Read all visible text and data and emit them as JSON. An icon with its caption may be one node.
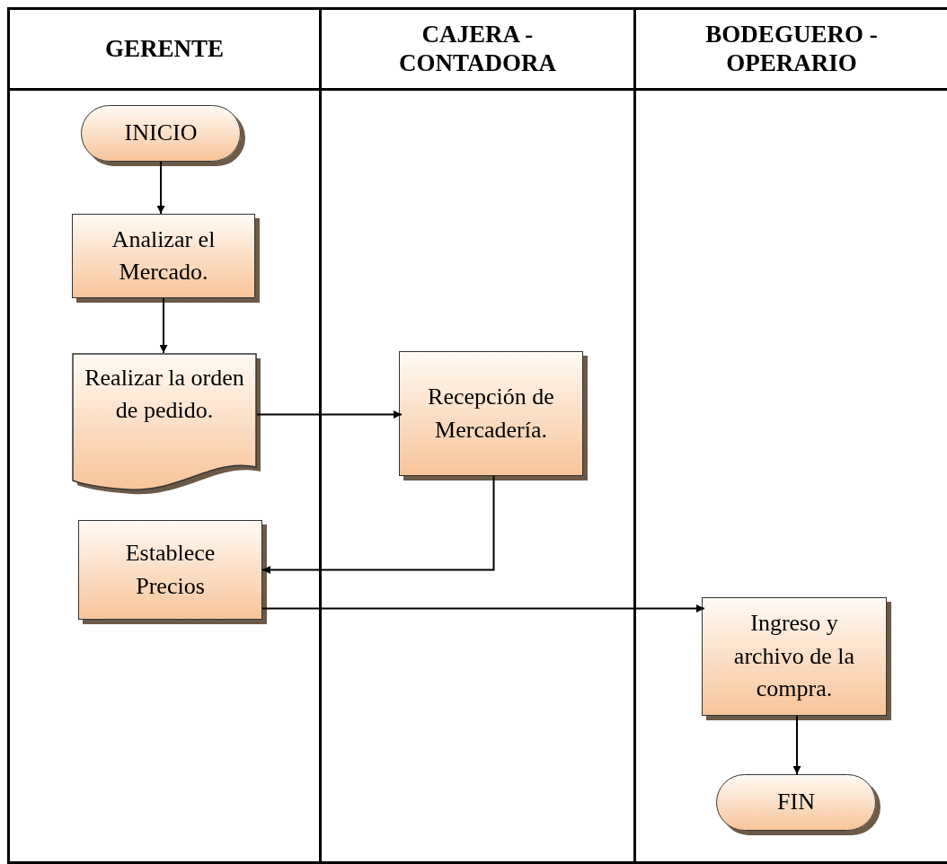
{
  "diagram": {
    "nodes": [
      {
        "text": [
          "GERENTE"
        ]
      },
      {
        "text": [
          "CAJERA - CONTADORA"
        ]
      },
      {
        "text": [
          "BODEGUERO - OPERARIO"
        ]
      },
      {
        "text": [
          "INICIO"
        ],
        "in": 0
      },
      {
        "text": [
          "Analizar el Mercado."
        ],
        "in": 0
      },
      {
        "text": [
          "Realizar la orden de pedido."
        ],
        "in": 0
      },
      {
        "text": [
          "Recepción de Mercadería."
        ],
        "in": 1
      },
      {
        "text": [
          "Establece Precios"
        ],
        "in": 0
      },
      {
        "text": [
          "Ingreso y archivo de la compra."
        ],
        "in": 2
      },
      {
        "text": [
          "FIN"
        ],
        "in": 2
      }
    ],
    "edges": [
      {
        "from": 3,
        "to": 4,
        "arrow": "to"
      },
      {
        "from": 4,
        "to": 5,
        "arrow": "to"
      },
      {
        "from": 5,
        "to": 6,
        "arrow": "to"
      },
      {
        "from": 6,
        "to": 7,
        "arrow": "to"
      },
      {
        "from": 7,
        "to": 8,
        "arrow": "to"
      },
      {
        "from": 8,
        "to": 9,
        "arrow": "to"
      }
    ]
  }
}
